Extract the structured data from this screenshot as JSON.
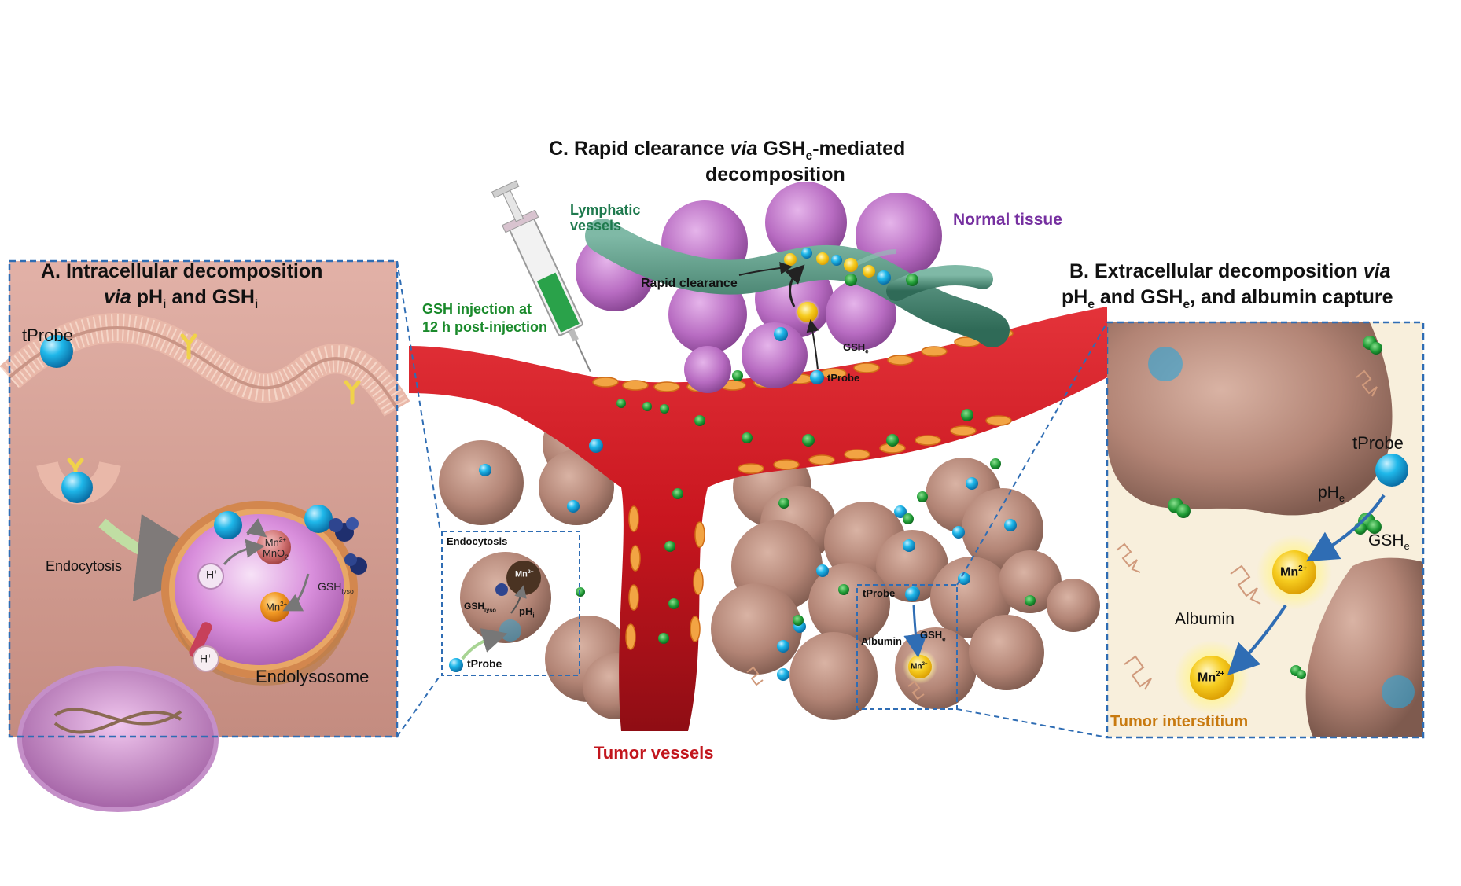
{
  "colors": {
    "vessel_red": "#d21c24",
    "cell_brown": "#b58878",
    "normal_purple": "#b46fbf",
    "lymph_teal": "#3f7f6b",
    "probe_blue": "#19b4e6",
    "gsh_green": "#1f9b35",
    "mn_yellow": "#f4c21a",
    "dash_blue": "#2f6db4",
    "label_red": "#c2161d",
    "label_purple": "#7630a0",
    "label_green": "#1a8a2b",
    "label_orange": "#c87a10"
  },
  "panel_a": {
    "title_line1": "A. Intracellular decomposition",
    "title_via": "via",
    "title_ph": "pH",
    "title_sub_i": "i",
    "title_and": "and GSH",
    "tprobe": "tProbe",
    "endocytosis": "Endocytosis",
    "hplus": "H",
    "plus": "+",
    "mn": "Mn",
    "mn_charge": "2+",
    "mno": "MnO",
    "o2": "2",
    "gsh": "GSH",
    "lyso": "lyso",
    "endolysosome": "Endolysosome"
  },
  "panel_b": {
    "title_line1_a": "B. Extracellular decomposition",
    "title_via": "via",
    "title_line2_a": "pH",
    "sub_e": "e",
    "title_line2_b": "and GSH",
    "title_line2_c": ", and albumin capture",
    "tprobe": "tProbe",
    "phe": "pH",
    "gshe": "GSH",
    "albumin": "Albumin",
    "mn": "Mn",
    "mn_charge": "2+",
    "interstitium": "Tumor interstitium"
  },
  "panel_c": {
    "title_line1_a": "C. Rapid clearance",
    "title_via": "via",
    "title_line1_b": "GSH",
    "sub_e": "e",
    "title_line1_c": "-mediated",
    "title_line2": "decomposition",
    "lymphatic_1": "Lymphatic",
    "lymphatic_2": "vessels",
    "normal_tissue": "Normal tissue",
    "rapid_clearance": "Rapid clearance",
    "gsh_injection_1": "GSH injection at",
    "gsh_injection_2": "12 h post-injection",
    "gshe": "GSH",
    "tprobe": "tProbe"
  },
  "center": {
    "endocytosis": "Endocytosis",
    "mn": "Mn",
    "mn_charge": "2+",
    "gsh": "GSH",
    "lyso": "lyso",
    "phi": "pH",
    "sub_i": "i",
    "tprobe": "tProbe",
    "tprobe_right": "tProbe",
    "albumin": "Albumin",
    "gshe": "GSH",
    "sub_e": "e",
    "tumor_vessels": "Tumor vessels"
  }
}
